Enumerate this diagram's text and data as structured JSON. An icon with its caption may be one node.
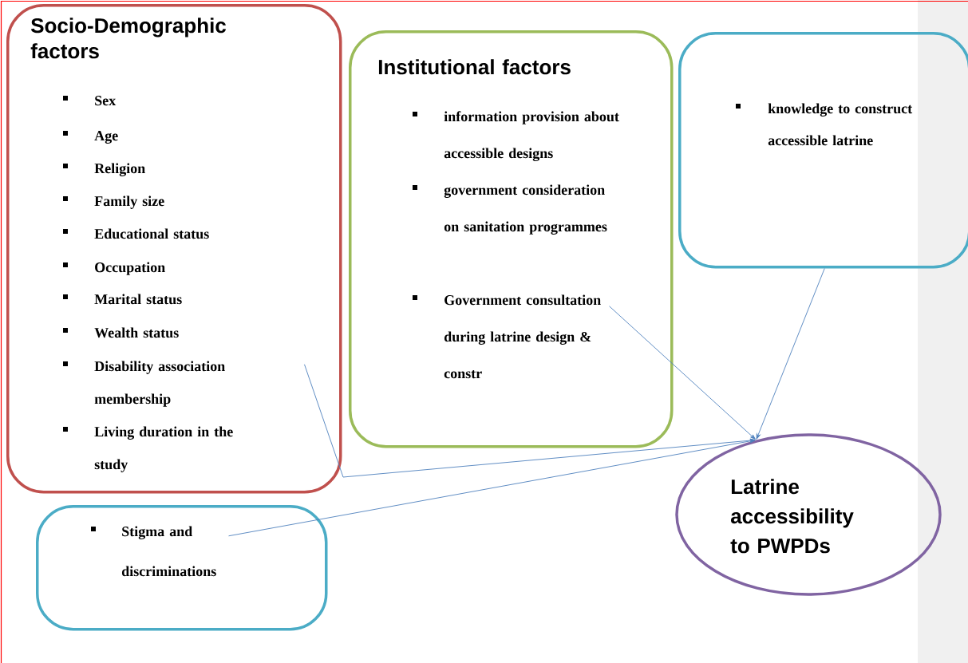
{
  "diagram": {
    "nodes": [
      {
        "text": [
          "Socio-Demographic factors",
          "Sex",
          "Age",
          "Religion",
          "Family size",
          "Educational status",
          "Occupation",
          "Marital status",
          "Wealth status",
          "Disability association membership",
          "Living duration in the study"
        ]
      },
      {
        "text": [
          "Institutional factors",
          "information provision about accessible designs",
          "government consideration on sanitation programmes",
          "Government consultation during latrine design & constr"
        ]
      },
      {
        "text": [
          "knowledge to construct accessible latrine"
        ]
      },
      {
        "text": [
          "Stigma and discriminations"
        ]
      },
      {
        "text": [
          "Latrine accessibility to PWPDs"
        ]
      }
    ],
    "edges": [
      {
        "from": 0,
        "to": 4,
        "arrow": "to"
      },
      {
        "from": 1,
        "to": 4,
        "arrow": "to"
      },
      {
        "from": 2,
        "to": 4,
        "arrow": "to"
      },
      {
        "from": 3,
        "to": 4,
        "arrow": "to"
      }
    ]
  }
}
